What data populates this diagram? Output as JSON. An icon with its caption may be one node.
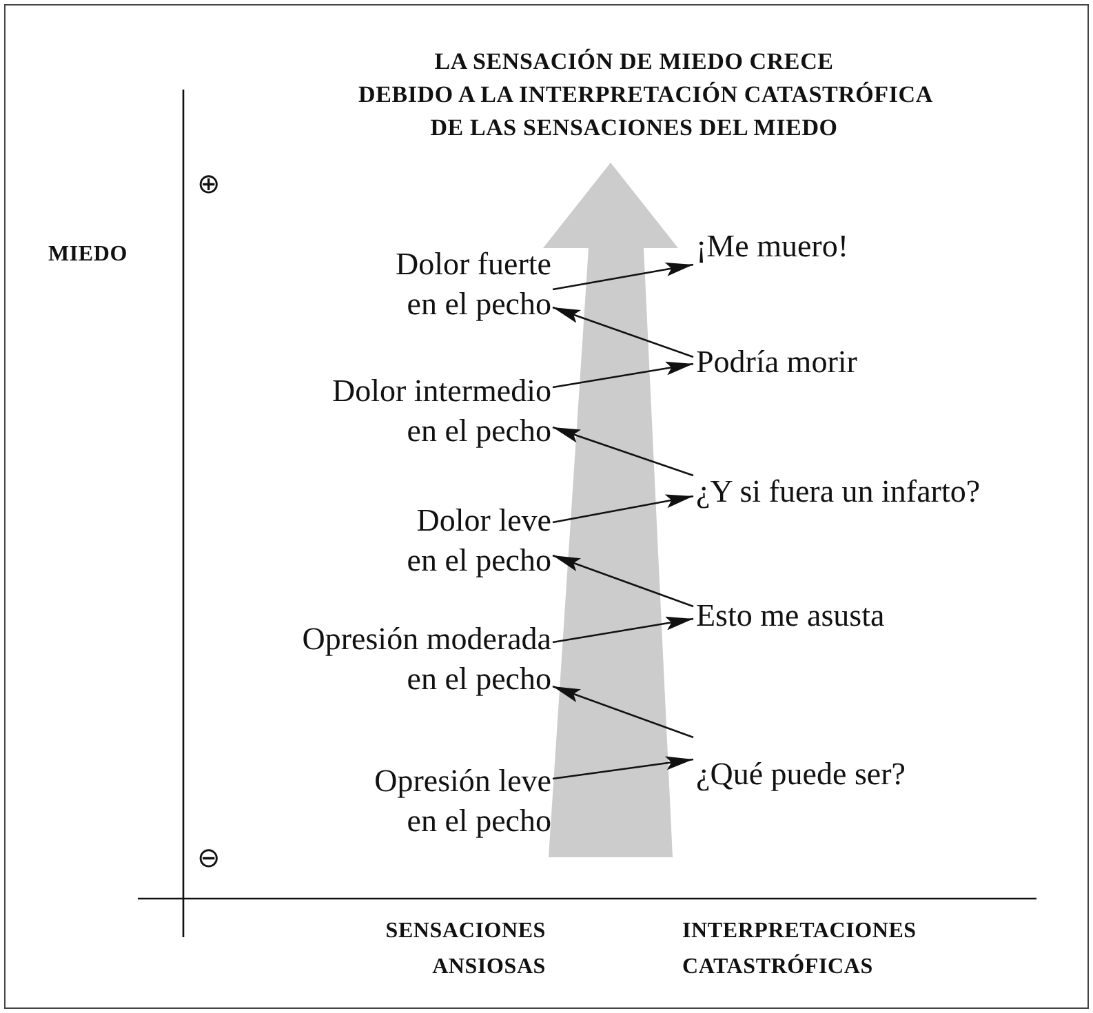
{
  "diagram": {
    "title": "LA SENSACIÓN DE MIEDO CRECE DEBIDO A LA INTERPRETACIÓN CATASTRÓFICA DE LAS SENSACIONES DEL MIEDO",
    "nodes": [
      {
        "text": [
          "¡Me muero!"
        ]
      },
      {
        "text": [
          "Dolor fuerte en el pecho"
        ]
      },
      {
        "text": [
          "Podría morir"
        ]
      },
      {
        "text": [
          "Dolor intermedio en el pecho"
        ]
      },
      {
        "text": [
          "¿Y si fuera un infarto?"
        ]
      },
      {
        "text": [
          "Dolor leve en el pecho"
        ]
      },
      {
        "text": [
          "Esto me asusta"
        ]
      },
      {
        "text": [
          "Opresión moderada en el pecho"
        ]
      },
      {
        "text": [
          "¿Qué puede ser?"
        ]
      },
      {
        "text": [
          "Opresión leve en el pecho"
        ]
      }
    ],
    "edges": [
      {
        "from": 9,
        "to": 8,
        "arrow": "to"
      },
      {
        "from": 8,
        "to": 7,
        "arrow": "to"
      },
      {
        "from": 7,
        "to": 6,
        "arrow": "to"
      },
      {
        "from": 6,
        "to": 5,
        "arrow": "to"
      },
      {
        "from": 5,
        "to": 4,
        "arrow": "to"
      },
      {
        "from": 4,
        "to": 3,
        "arrow": "to"
      },
      {
        "from": 3,
        "to": 2,
        "arrow": "to"
      },
      {
        "from": 2,
        "to": 1,
        "arrow": "to"
      },
      {
        "from": 1,
        "to": 0,
        "arrow": "to"
      }
    ],
    "labels": [
      "⊕",
      "MIEDO",
      "⊖",
      "SENSACIONES ANSIOSAS",
      "INTERPRETACIONES CATASTRÓFICAS"
    ]
  }
}
